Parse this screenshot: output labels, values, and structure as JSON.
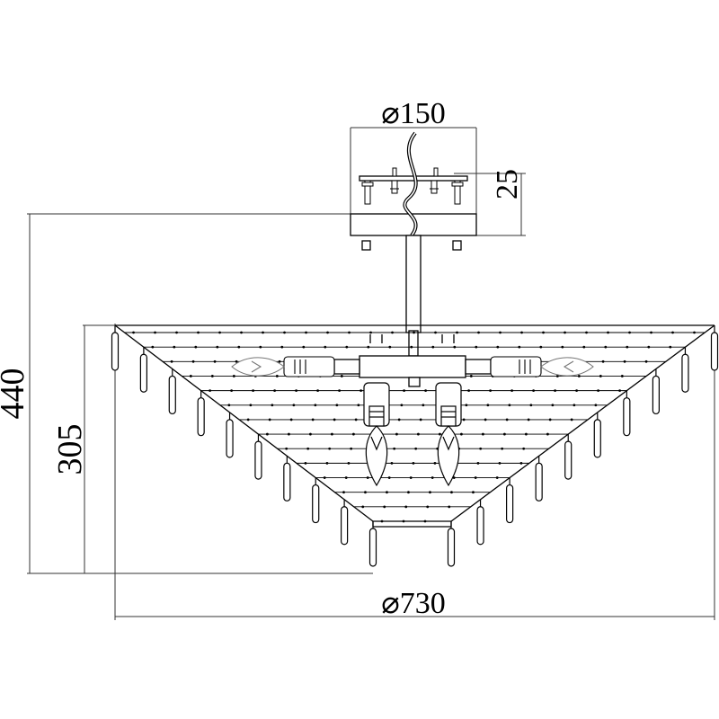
{
  "dimensions": {
    "canopy_diameter": "⌀150",
    "canopy_height": "25",
    "overall_height": "440",
    "body_height": "305",
    "overall_diameter": "⌀730"
  },
  "colors": {
    "line": "#000000",
    "dim_line": "#333333",
    "fill": "#ffffff"
  }
}
